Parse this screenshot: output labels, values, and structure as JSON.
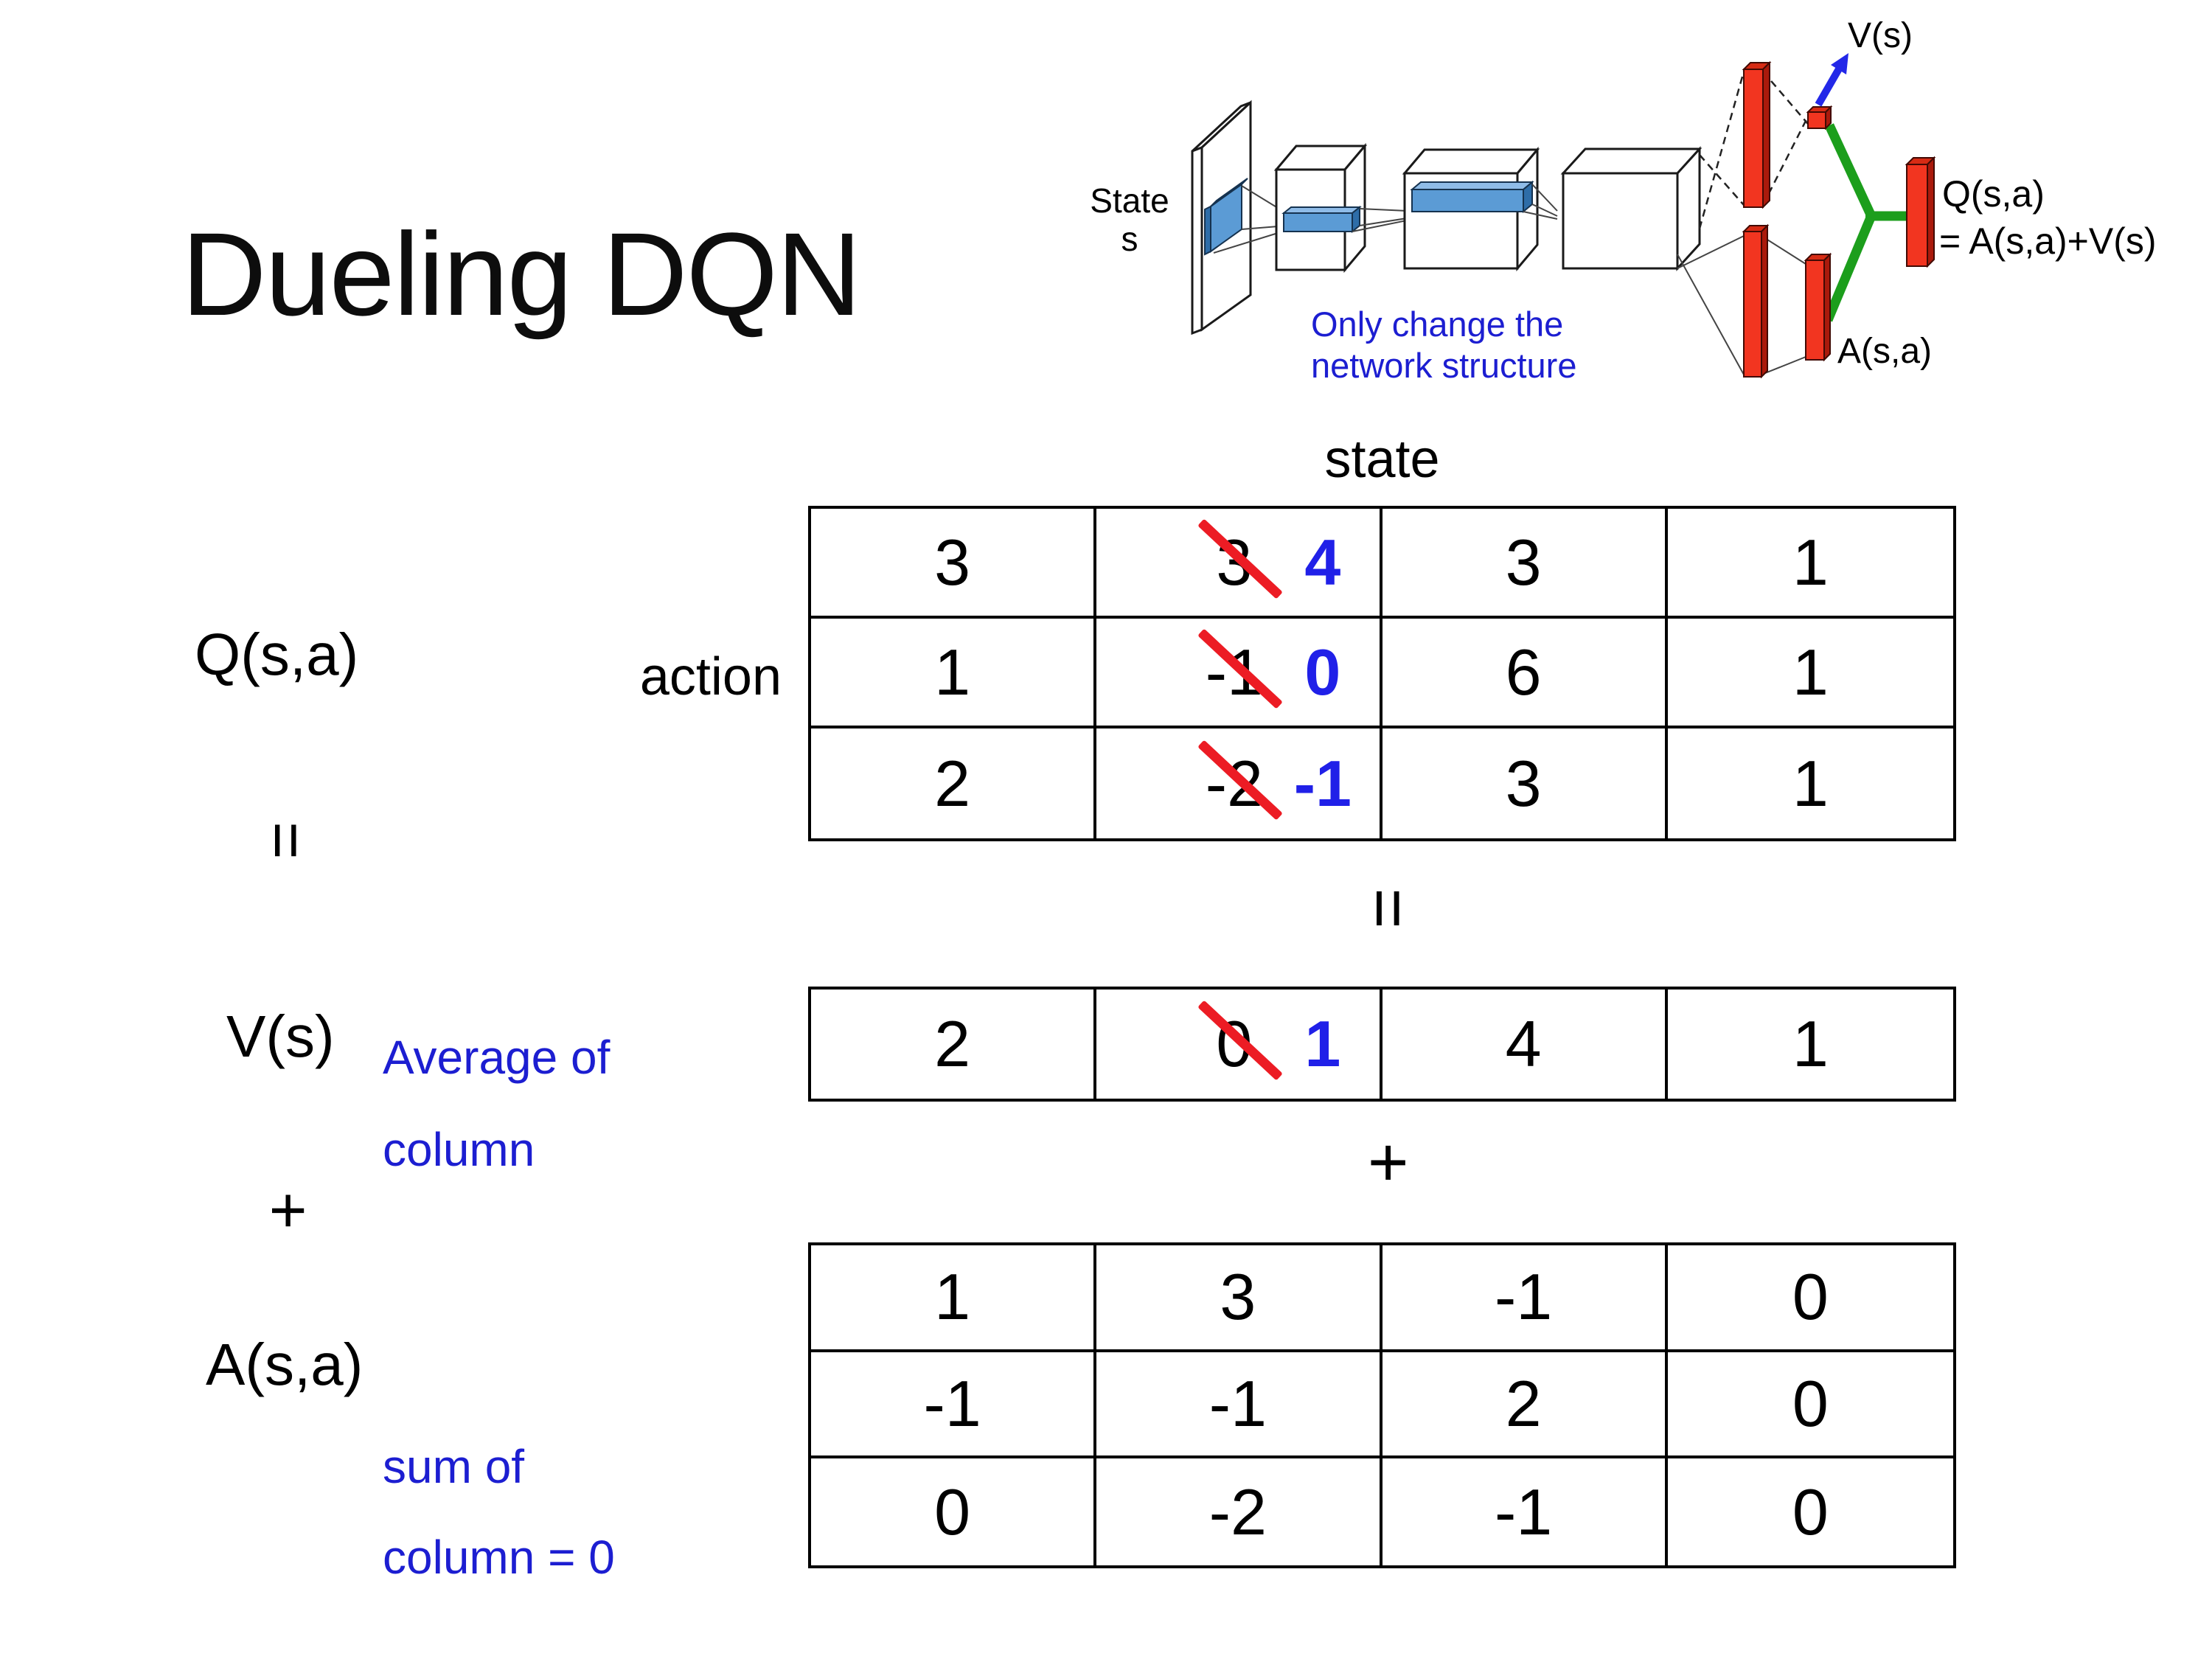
{
  "title": "Dueling DQN",
  "diagram": {
    "state_label_line1": "State",
    "state_label_line2": "s",
    "note_line1": "Only change the",
    "note_line2": "network structure",
    "v_output_label": "V(s)",
    "q_output_label_line1": "Q(s,a)",
    "q_output_label_line2": "= A(s,a)+V(s)",
    "a_output_label": "A(s,a)"
  },
  "equation": {
    "q_term": "Q(s,a)",
    "equals_left": "=",
    "v_term": "V(s)",
    "plus_left": "+",
    "a_term": "A(s,a)",
    "equals_mid": "=",
    "plus_mid": "+",
    "v_note_line1": "Average of",
    "v_note_line2": "column",
    "a_note_line1": "sum of",
    "a_note_line2": "column = 0"
  },
  "matrix": {
    "state_header": "state",
    "action_header": "action",
    "q_rows": [
      [
        {
          "v": "3"
        },
        {
          "old": "3",
          "new": "4"
        },
        {
          "v": "3"
        },
        {
          "v": "1"
        }
      ],
      [
        {
          "v": "1"
        },
        {
          "old": "-1",
          "new": "0"
        },
        {
          "v": "6"
        },
        {
          "v": "1"
        }
      ],
      [
        {
          "v": "2"
        },
        {
          "old": "-2",
          "new": "-1"
        },
        {
          "v": "3"
        },
        {
          "v": "1"
        }
      ]
    ],
    "v_rows": [
      [
        {
          "v": "2"
        },
        {
          "old": "0",
          "new": "1"
        },
        {
          "v": "4"
        },
        {
          "v": "1"
        }
      ]
    ],
    "a_rows": [
      [
        {
          "v": "1"
        },
        {
          "v": "3"
        },
        {
          "v": "-1"
        },
        {
          "v": "0"
        }
      ],
      [
        {
          "v": "-1"
        },
        {
          "v": "-1"
        },
        {
          "v": "2"
        },
        {
          "v": "0"
        }
      ],
      [
        {
          "v": "0"
        },
        {
          "v": "-2"
        },
        {
          "v": "-1"
        },
        {
          "v": "0"
        }
      ]
    ]
  },
  "colors": {
    "annotation_blue": "#1c1ed1",
    "corrected_number_blue": "#2020e8",
    "strike_red": "#ec1c24",
    "fc_bar_red": "#f23520",
    "fc_bar_red_dark": "#aa1a0c",
    "merge_green": "#1c9e1c",
    "conv_bar_blue": "#5b9bd5",
    "arrow_blue": "#2328e8"
  }
}
